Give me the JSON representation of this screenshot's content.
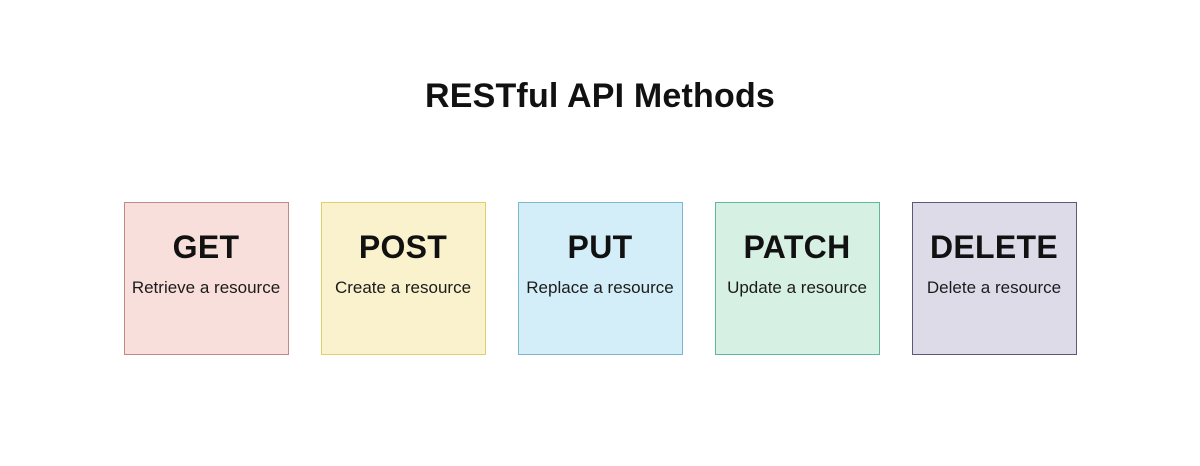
{
  "diagram": {
    "title": "RESTful API Methods",
    "background": "#ffffff",
    "cards": [
      {
        "method": "GET",
        "description": "Retrieve a resource",
        "fill": "#f9dfdb",
        "border": "#c08a84"
      },
      {
        "method": "POST",
        "description": "Create a resource",
        "fill": "#faf2cd",
        "border": "#e0d06a"
      },
      {
        "method": "PUT",
        "description": "Replace a resource",
        "fill": "#d3eef8",
        "border": "#7ab8cc"
      },
      {
        "method": "PATCH",
        "description": "Update a resource",
        "fill": "#d6f0e4",
        "border": "#5fb89a"
      },
      {
        "method": "DELETE",
        "description": "Delete a resource",
        "fill": "#dedbe9",
        "border": "#585a78"
      }
    ]
  }
}
